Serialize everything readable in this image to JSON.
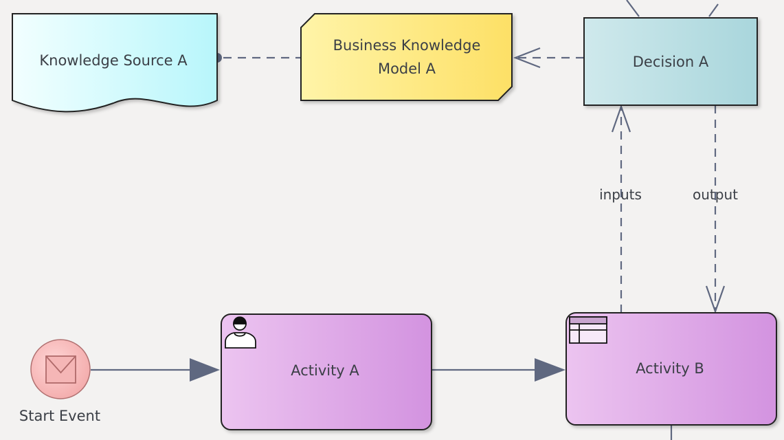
{
  "diagram": {
    "knowledge_source": {
      "label": "Knowledge Source A"
    },
    "business_knowledge_model": {
      "label_line1": "Business Knowledge",
      "label_line2": "Model A"
    },
    "decision": {
      "label": "Decision A"
    },
    "start_event": {
      "label": "Start Event",
      "icon": "envelope-icon"
    },
    "activity_a": {
      "label": "Activity A",
      "icon": "user-icon"
    },
    "activity_b": {
      "label": "Activity B",
      "icon": "business-rule-table-icon"
    },
    "connectors": {
      "inputs_label": "inputs",
      "output_label": "output"
    }
  },
  "colors": {
    "canvas": "#f3f2f1",
    "connector": "#5f6880",
    "knowledge_source_fill": "#cdfbfd",
    "bkm_fill": "#fde57a",
    "decision_fill": "#b9dde2",
    "start_event_fill": "#f8c0c0",
    "activity_fill": "#dca4e4",
    "text": "#3b3f46"
  }
}
